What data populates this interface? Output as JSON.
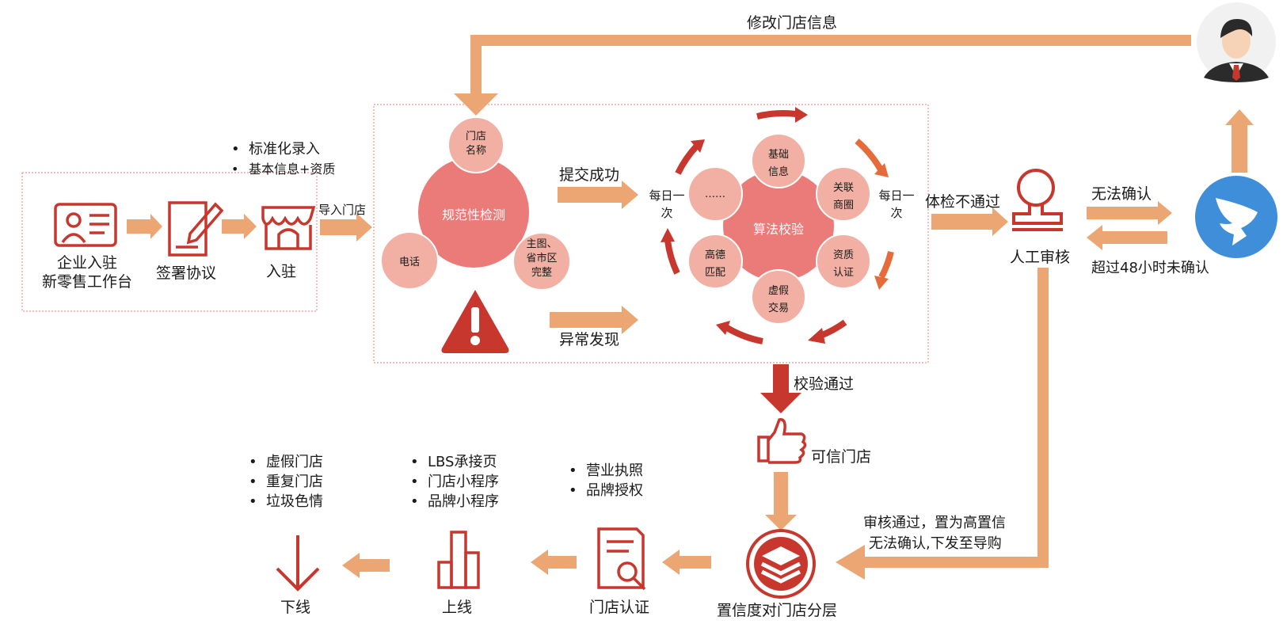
{
  "left_box": {
    "icons": [
      {
        "name": "id-card-icon",
        "label": "企业入驻\n新零售工作台"
      },
      {
        "name": "sign-contract-icon",
        "label": "签署协议"
      },
      {
        "name": "store-icon",
        "label": "入驻"
      }
    ],
    "bullets": [
      "标准化录入",
      "基本信息+资质"
    ]
  },
  "arrow_labels": {
    "import_store": "导入门店",
    "submit_success": "提交成功",
    "anomaly_found": "异常发现",
    "check_failed": "体检不通过",
    "check_passed": "校验通过",
    "cannot_confirm": "无法确认",
    "over_48h": "超过48小时未确认",
    "modify_store_info": "修改门店信息",
    "audit_passed_line1": "审核通过，置为高置信",
    "audit_passed_line2": "无法确认,下发至导购"
  },
  "norm_check": {
    "center": "规范性检测",
    "petals": [
      "门店\n名称",
      "电话",
      "主图、\n省市区\n完整"
    ]
  },
  "algo_check": {
    "center": "算法校验",
    "petals": [
      "基础\n信息",
      "关联\n商圈",
      "资质\n认证",
      "虚假\n交易",
      "高德\n匹配",
      "……"
    ],
    "daily_left": "每日一\n次",
    "daily_right": "每日一\n次"
  },
  "manual_review": "人工审核",
  "trusted_store": "可信门店",
  "bottom_flow": [
    {
      "name": "layered-stack-icon",
      "label": "置信度对门店分层"
    },
    {
      "name": "document-search-icon",
      "label": "门店认证"
    },
    {
      "name": "bar-chart-icon",
      "label": "上线"
    },
    {
      "name": "down-arrow-icon",
      "label": "下线"
    }
  ],
  "bullets_cert": [
    "营业执照",
    "品牌授权"
  ],
  "bullets_online": [
    "LBS承接页",
    "门店小程序",
    "品牌小程序"
  ],
  "bullets_offline": [
    "虚假门店",
    "重复门店",
    "垃圾色情"
  ],
  "colors": {
    "accent": "#c8372d",
    "arrow": "#eba673",
    "petal": "#f1b0a3",
    "hub": "#ea7b78"
  }
}
